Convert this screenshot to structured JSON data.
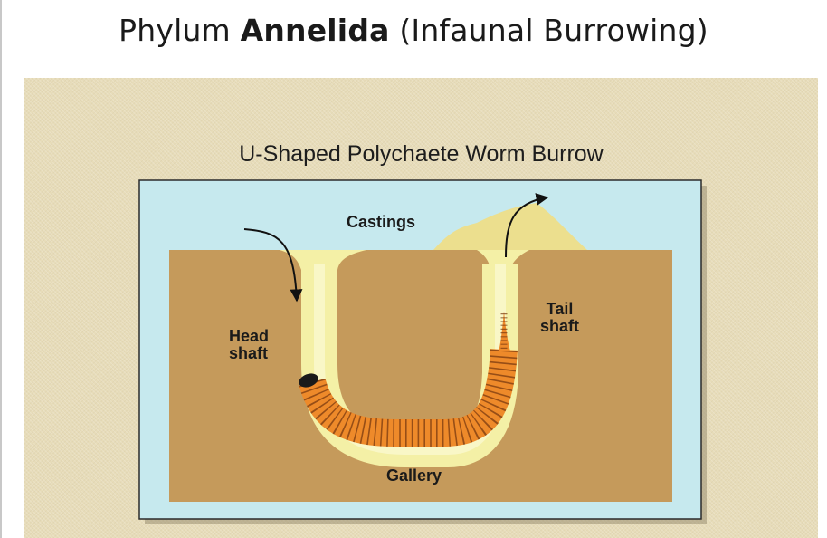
{
  "slide": {
    "title_prefix": "Phylum ",
    "title_bold": "Annelida",
    "title_suffix": " (Infaunal Burrowing)"
  },
  "figure": {
    "title": "U-Shaped Polychaete Worm Burrow",
    "labels": {
      "castings": "Castings",
      "head_line1": "Head",
      "head_line2": "shaft",
      "tail_line1": "Tail",
      "tail_line2": "shaft",
      "gallery": "Gallery"
    },
    "colors": {
      "background": "#e7dcb9",
      "water": "#c6e9ee",
      "sediment": "#c59a5b",
      "burrow_lining": "#f4f0a6",
      "castings": "#ecdf8e",
      "worm": "#ee8a2a",
      "worm_segments": "#7a3a10"
    }
  }
}
